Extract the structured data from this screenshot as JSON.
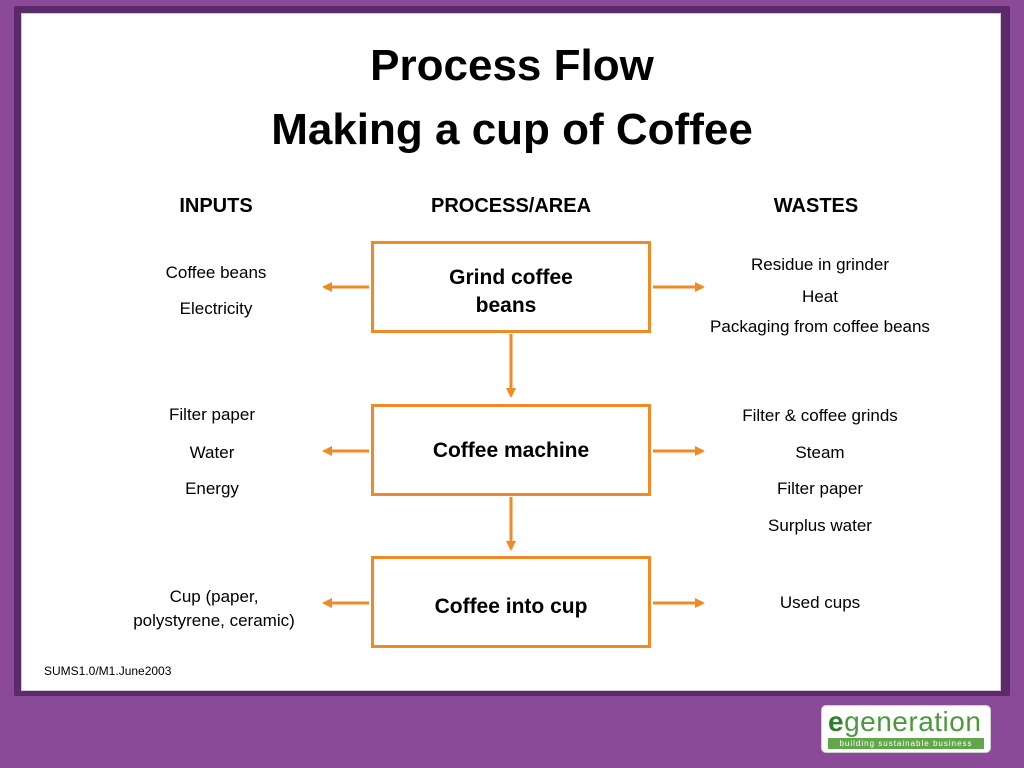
{
  "title": {
    "line1": "Process Flow",
    "line2": "Making a cup of Coffee"
  },
  "columns": {
    "inputs": "INPUTS",
    "process": "PROCESS/AREA",
    "wastes": "WASTES"
  },
  "steps": [
    {
      "process": "Grind coffee beans",
      "process_lines": [
        "Grind coffee",
        "beans"
      ],
      "inputs": [
        "Coffee beans",
        "Electricity"
      ],
      "wastes": [
        "Residue in grinder",
        "Heat",
        "Packaging from coffee beans"
      ]
    },
    {
      "process": "Coffee machine",
      "inputs": [
        "Filter paper",
        "Water",
        "Energy"
      ],
      "wastes": [
        "Filter & coffee grinds",
        "Steam",
        "Filter paper",
        "Surplus water"
      ]
    },
    {
      "process": "Coffee into cup",
      "inputs": [
        "Cup (paper,",
        "polystyrene, ceramic)"
      ],
      "wastes": [
        "Used cups"
      ]
    }
  ],
  "footer": {
    "code": "SUMS1.0/M1.June2003"
  },
  "logo": {
    "wordmark_e": "e",
    "wordmark_rest": "generation",
    "tagline": "building sustainable business"
  },
  "colors": {
    "accent": "#f08a24",
    "frame": "#8a4a98",
    "logo_green": "#4a9a3c"
  }
}
